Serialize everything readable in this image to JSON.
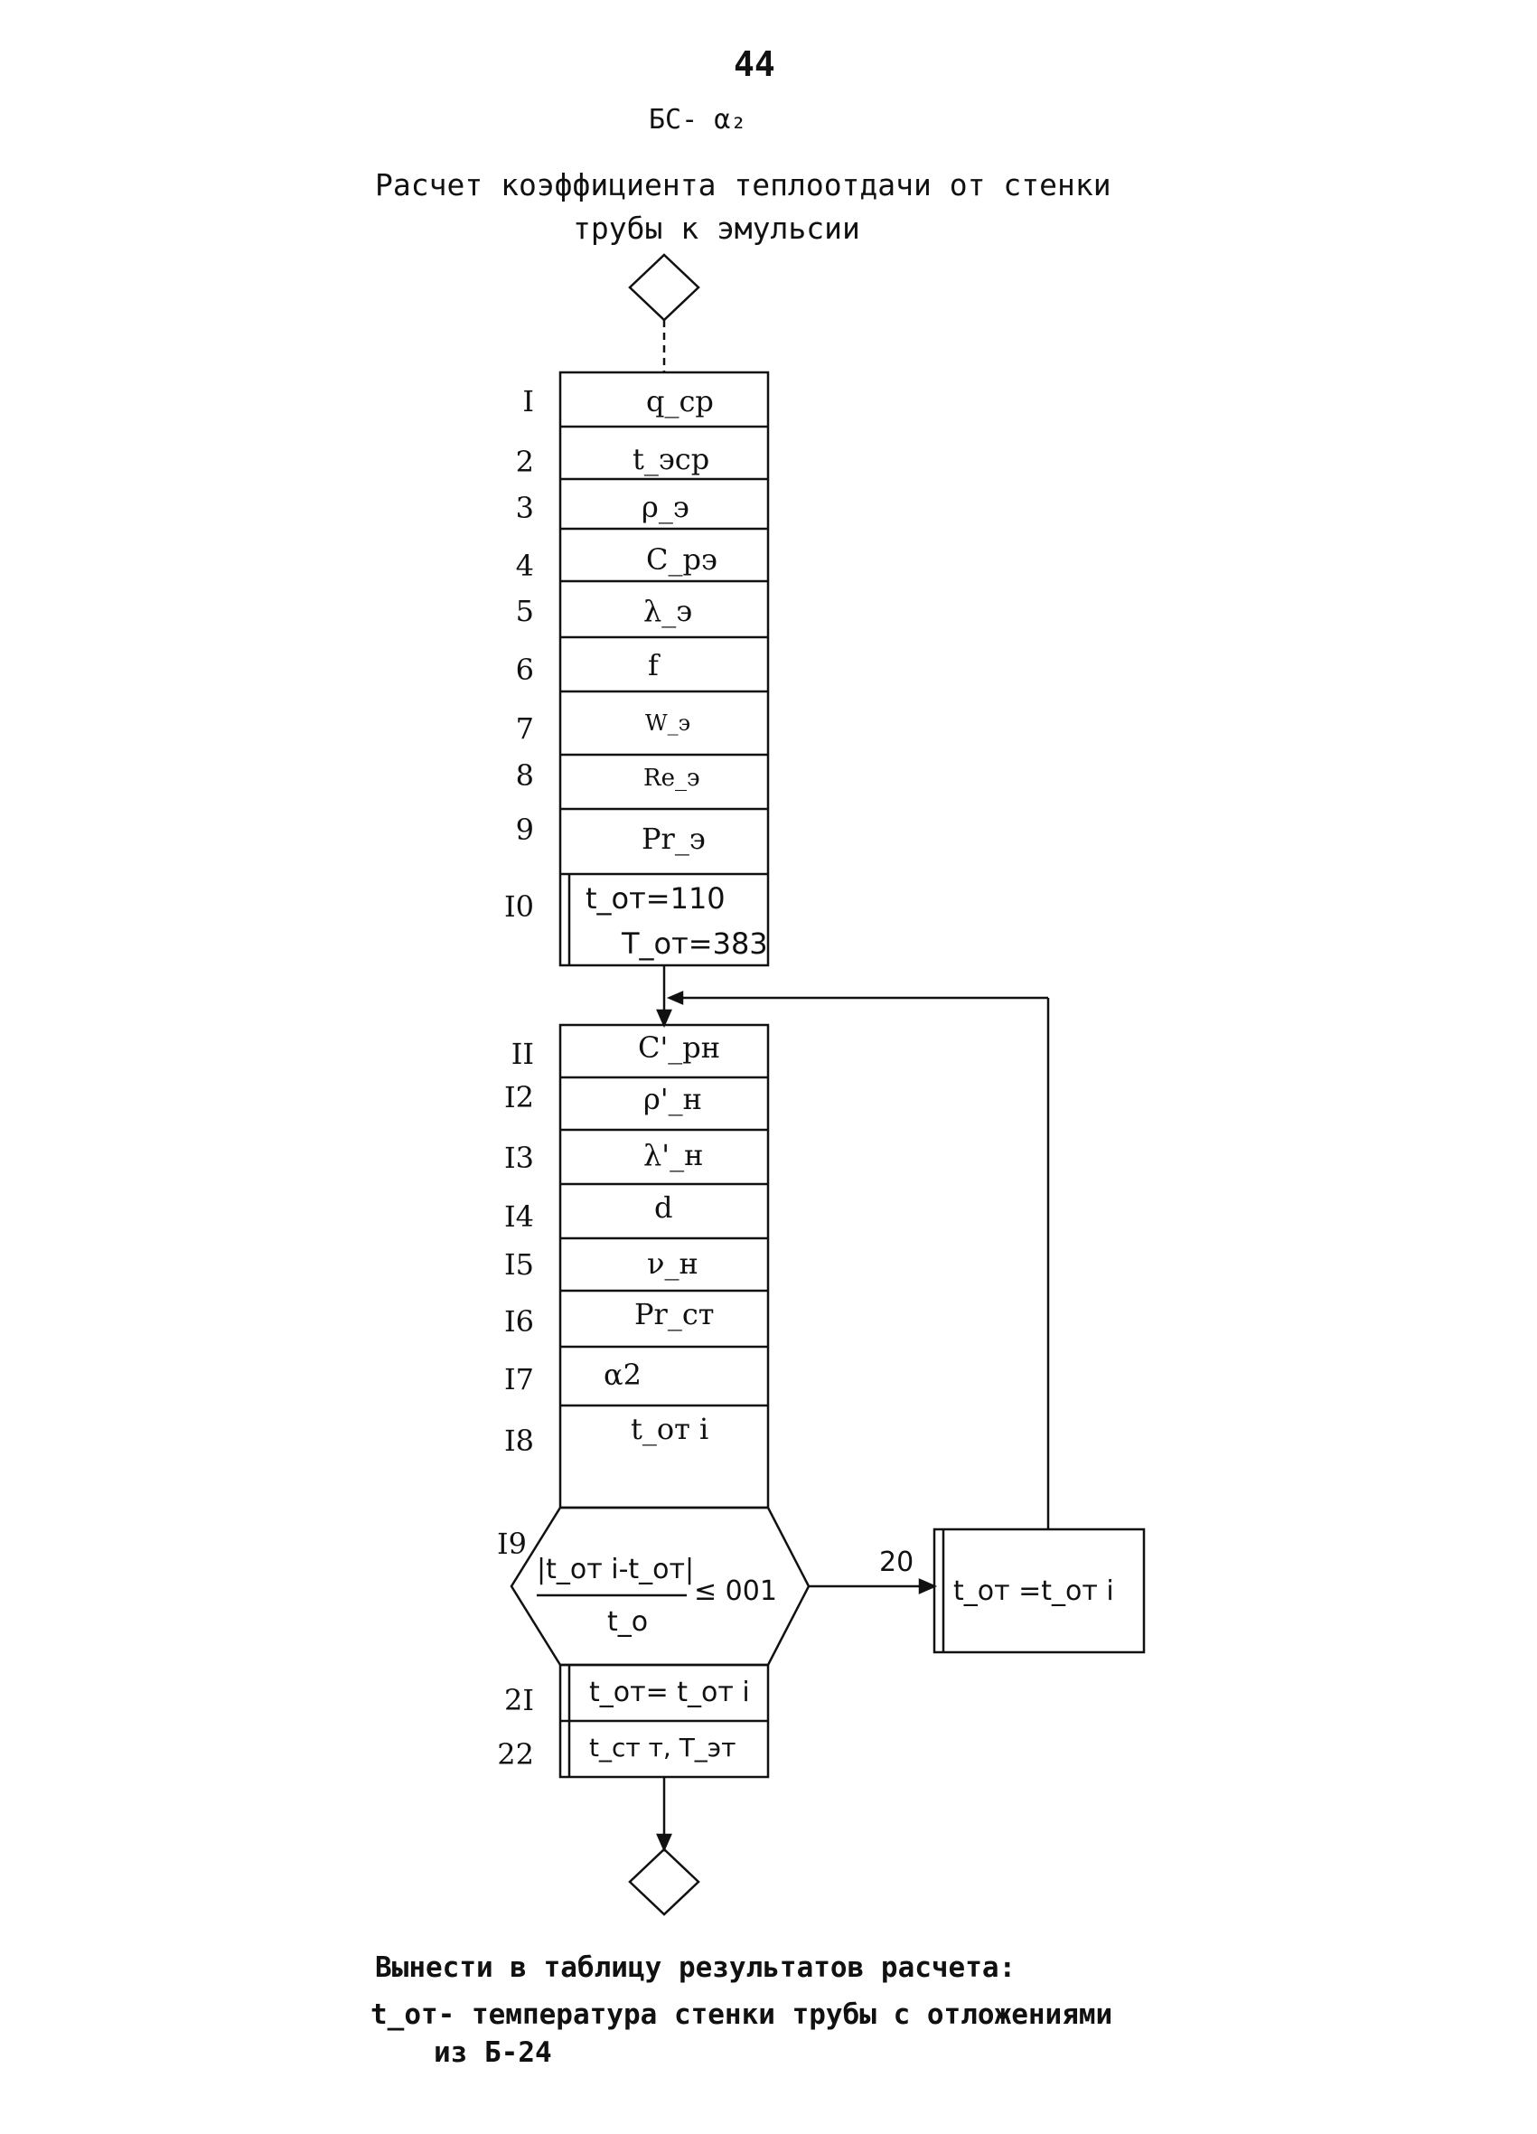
{
  "page_number": "44",
  "doc_code": "БС- α₂",
  "title_line_1": "Расчет коэффициента теплоотдачи от стенки",
  "title_line_2": "трубы к эмульсии",
  "blocks": [
    {
      "num": "I",
      "text": "q_ср"
    },
    {
      "num": "2",
      "text": "t_эср"
    },
    {
      "num": "3",
      "text": "ρ_э"
    },
    {
      "num": "4",
      "text": "C_рэ"
    },
    {
      "num": "5",
      "text": "λ_э"
    },
    {
      "num": "6",
      "text": "f"
    },
    {
      "num": "7",
      "text": "W_э"
    },
    {
      "num": "8",
      "text": "Re_э"
    },
    {
      "num": "9",
      "text": "Pr_э"
    },
    {
      "num": "I0",
      "text_line_1": "t_от=110",
      "text_line_2": "T_от=383"
    },
    {
      "num": "II",
      "text": "C'_рн"
    },
    {
      "num": "I2",
      "text": "ρ'_н"
    },
    {
      "num": "I3",
      "text": "λ'_н"
    },
    {
      "num": "I4",
      "text": "d"
    },
    {
      "num": "I5",
      "text": "ν_н"
    },
    {
      "num": "I6",
      "text": "Pr_ст"
    },
    {
      "num": "I7",
      "text": "α2"
    },
    {
      "num": "I8",
      "text": "t_от i"
    },
    {
      "num": "I9",
      "numerator": "|t_от i-t_от|",
      "denominator": "t_o",
      "relation": "≤ 001"
    },
    {
      "num": "20",
      "text": "t_от =t_от i"
    },
    {
      "num": "2I",
      "text": "t_от= t_от i"
    },
    {
      "num": "22",
      "text": "t_ст т, T_эт"
    }
  ],
  "note_line_1": "Вынести в таблицу результатов расчета:",
  "note_line_2": "t_от- температура стенки трубы с отложениями",
  "note_line_3": "из Б-24",
  "colors": {
    "ink": "#111111",
    "paper": "#ffffff"
  }
}
